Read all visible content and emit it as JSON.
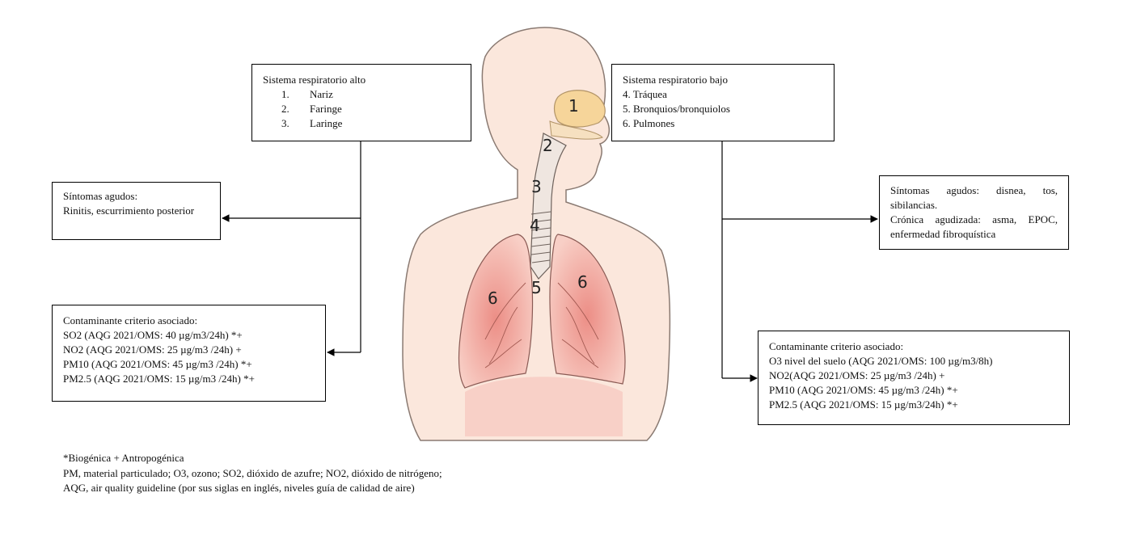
{
  "upper_box": {
    "title": "Sistema respiratorio alto",
    "items": [
      "Nariz",
      "Faringe",
      "Laringe"
    ]
  },
  "lower_box": {
    "title": "Sistema respiratorio bajo",
    "items": [
      "4. Tráquea",
      "5. Bronquios/bronquiolos",
      "6. Pulmones"
    ]
  },
  "upper_symptoms": {
    "title": "Síntomas agudos:",
    "text": "Rinitis, escurrimiento posterior"
  },
  "lower_symptoms": {
    "text1": "Síntomas agudos: disnea, tos, sibilancias.",
    "text2": "Crónica agudizada: asma, EPOC, enfermedad fibroquística"
  },
  "upper_pollutants": {
    "title": "Contaminante criterio asociado:",
    "lines": [
      "SO2 (AQG 2021/OMS: 40 µg/m3/24h) *+",
      "NO2 (AQG 2021/OMS: 25 µg/m3 /24h) +",
      "PM10 (AQG 2021/OMS: 45 µg/m3 /24h) *+",
      "PM2.5 (AQG 2021/OMS: 15 µg/m3 /24h) *+"
    ]
  },
  "lower_pollutants": {
    "title": "Contaminante criterio asociado:",
    "lines": [
      "O3 nivel del suelo (AQG 2021/OMS: 100 µg/m3/8h)",
      "NO2(AQG 2021/OMS: 25 µg/m3 /24h) +",
      "PM10 (AQG 2021/OMS: 45 µg/m3 /24h) *+",
      "PM2.5 (AQG 2021/OMS: 15 µg/m3/24h) *+"
    ]
  },
  "anatomy_labels": [
    "1",
    "2",
    "3",
    "4",
    "5",
    "6",
    "6"
  ],
  "footnotes": [
    "*Biogénica + Antropogénica",
    "PM, material particulado; O3, ozono; SO2, dióxido de azufre; NO2, dióxido de nitrógeno;",
    "AQG, air quality guideline (por sus siglas en inglés, niveles guía de calidad de aire)"
  ],
  "colors": {
    "skin": "#fbe7dc",
    "skin_outline": "#8a7a72",
    "lung": "#f3b3a8",
    "lung_center": "#ec8e86",
    "nasal": "#f6d59a"
  }
}
